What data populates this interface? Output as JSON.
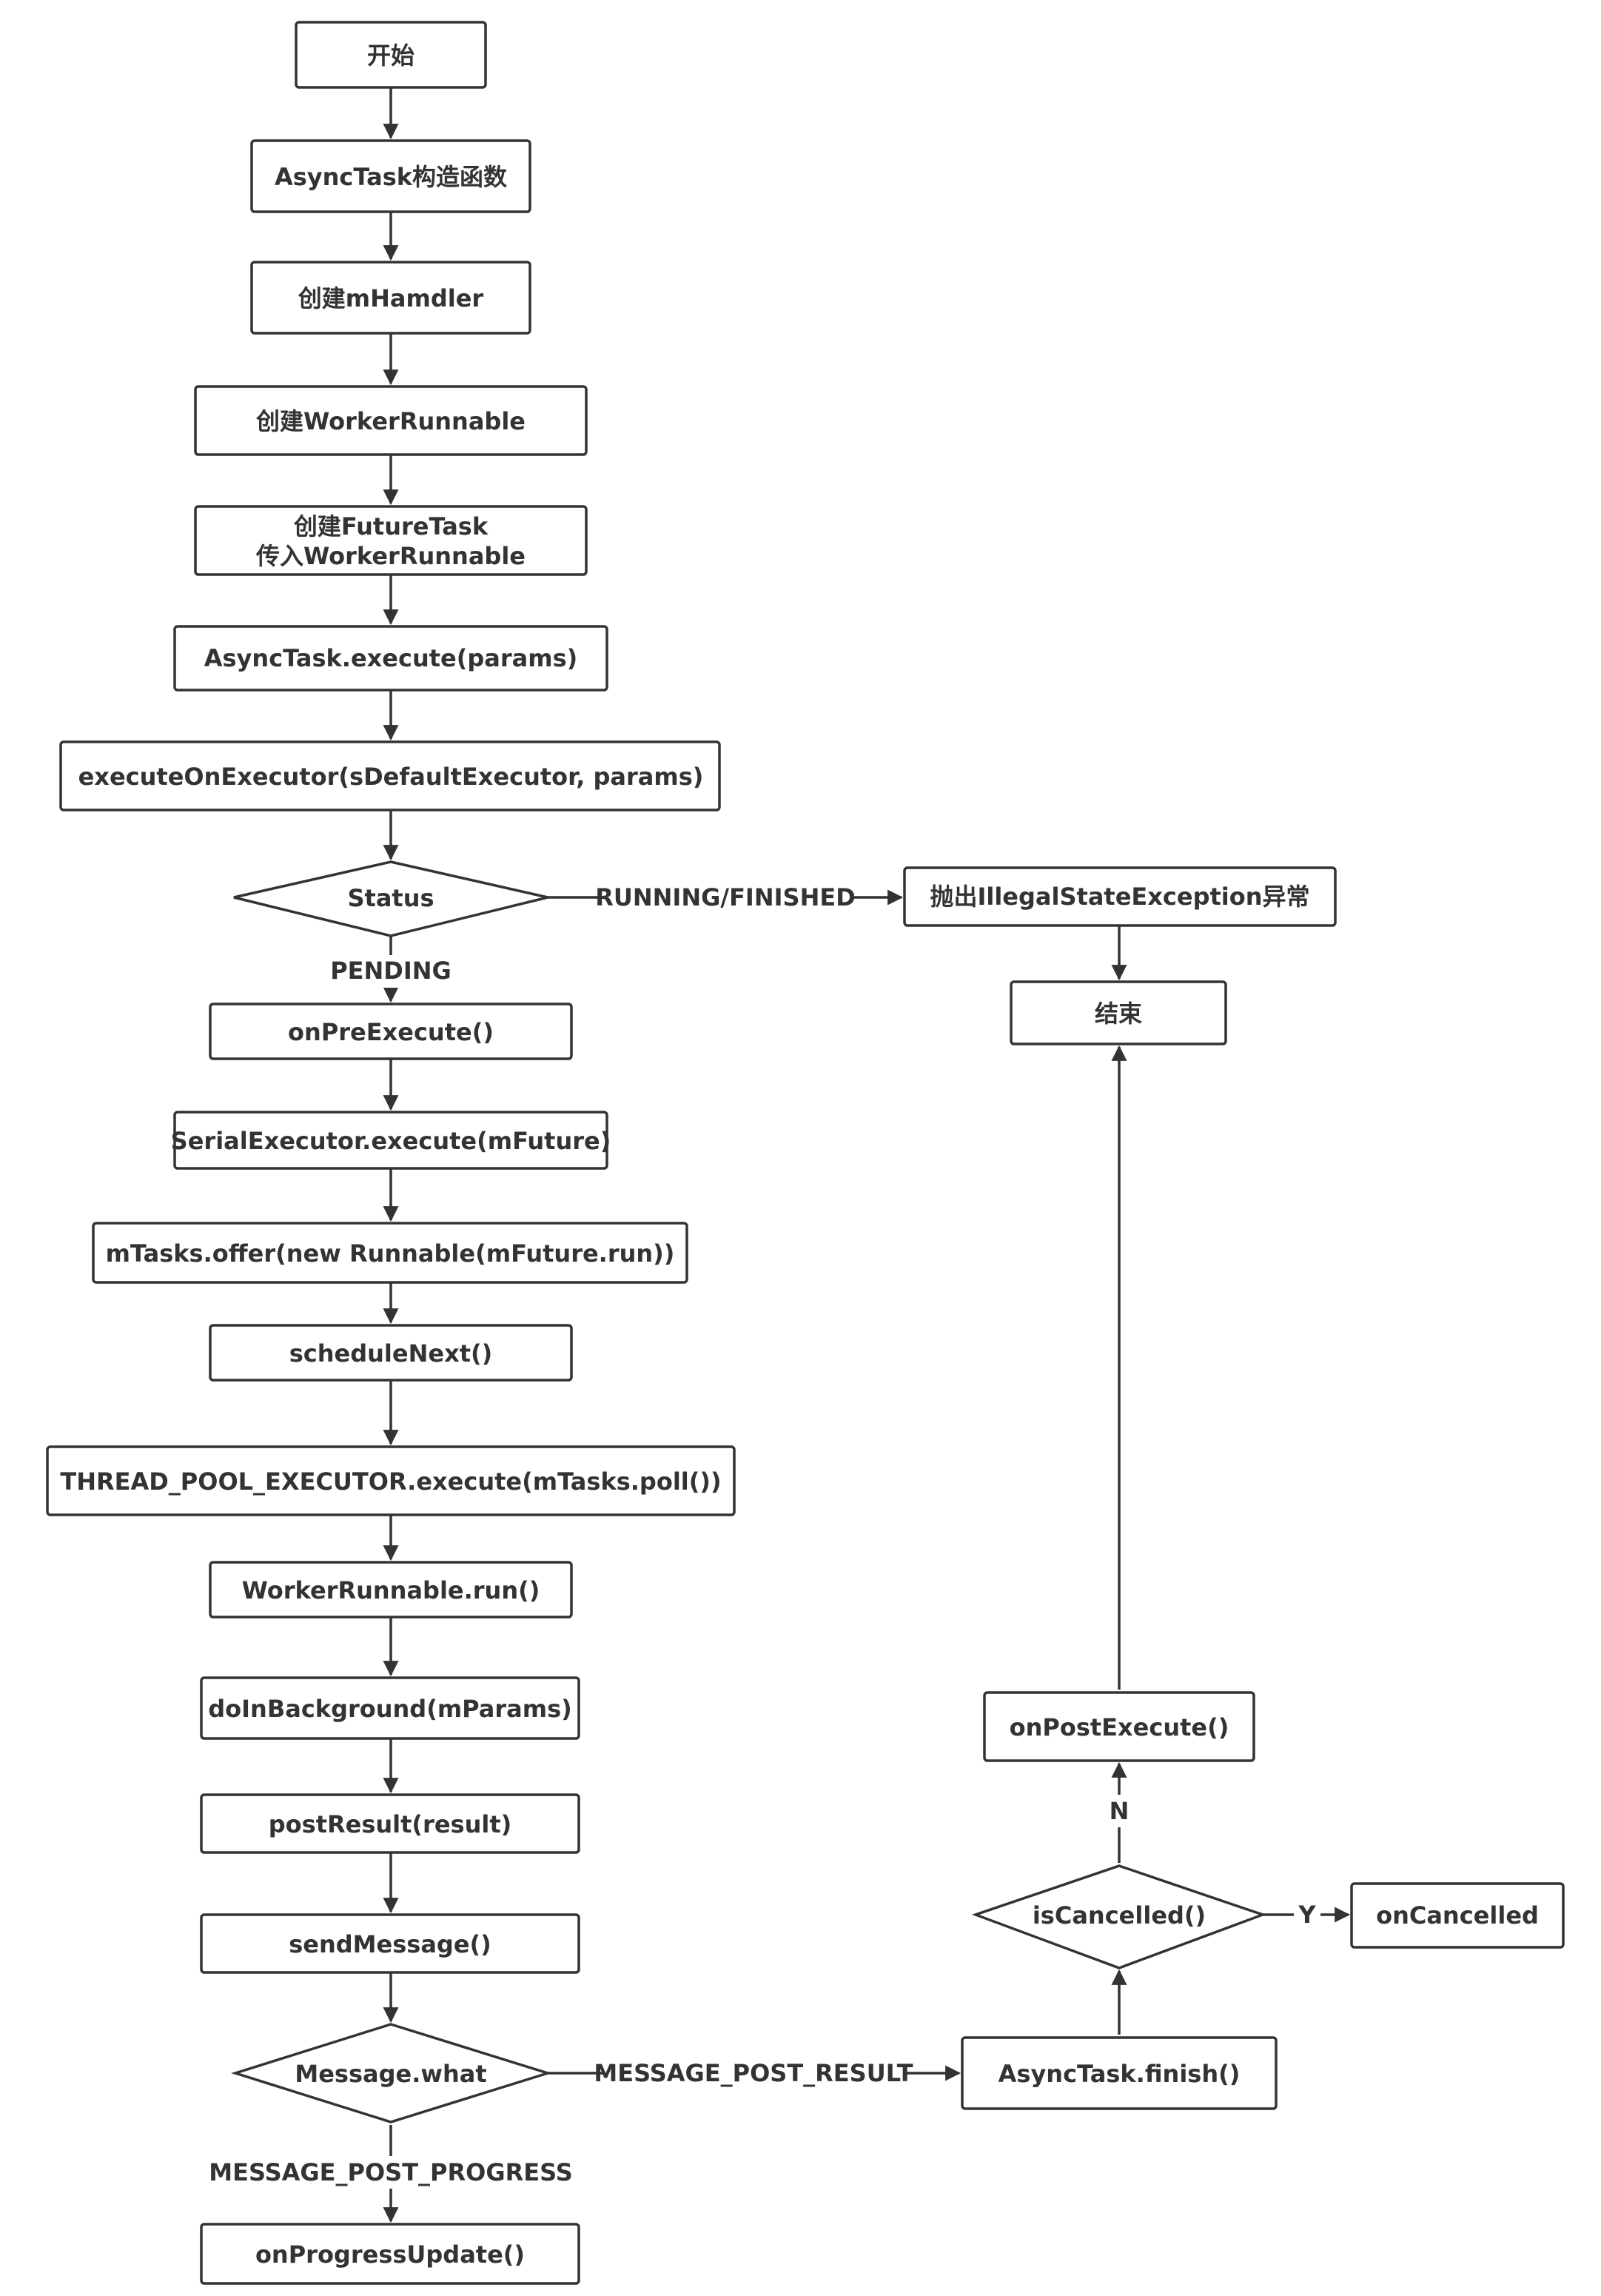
{
  "nodes": {
    "start": "开始",
    "constructor": "AsyncTask构造函数",
    "create_handler": "创建mHamdler",
    "create_worker": "创建WorkerRunnable",
    "create_future_line1": "创建FutureTask",
    "create_future_line2": "传入WorkerRunnable",
    "execute": "AsyncTask.execute(params)",
    "execute_on_executor": "executeOnExecutor(sDefaultExecutor, params)",
    "status": "Status",
    "throw_exception": "抛出IllegalStateException异常",
    "end": "结束",
    "on_pre_execute": "onPreExecute()",
    "serial_execute": "SerialExecutor.execute(mFuture)",
    "tasks_offer": "mTasks.offer(new Runnable(mFuture.run))",
    "schedule_next": "scheduleNext()",
    "thread_pool_execute": "THREAD_POOL_EXECUTOR.execute(mTasks.poll())",
    "worker_run": "WorkerRunnable.run()",
    "do_in_background": "doInBackground(mParams)",
    "post_result": "postResult(result)",
    "send_message": "sendMessage()",
    "message_what": "Message.what",
    "on_progress_update": "onProgressUpdate()",
    "async_finish": "AsyncTask.finish()",
    "is_cancelled": "isCancelled()",
    "on_cancelled": "onCancelled",
    "on_post_execute": "onPostExecute()"
  },
  "edges": {
    "running_finished": "RUNNING/FINISHED",
    "pending": "PENDING",
    "post_result_msg": "MESSAGE_POST_RESULT",
    "post_progress_msg": "MESSAGE_POST_PROGRESS",
    "yes": "Y",
    "no": "N"
  },
  "colors": {
    "stroke": "#333333",
    "fill": "#ffffff",
    "text": "#333333"
  }
}
